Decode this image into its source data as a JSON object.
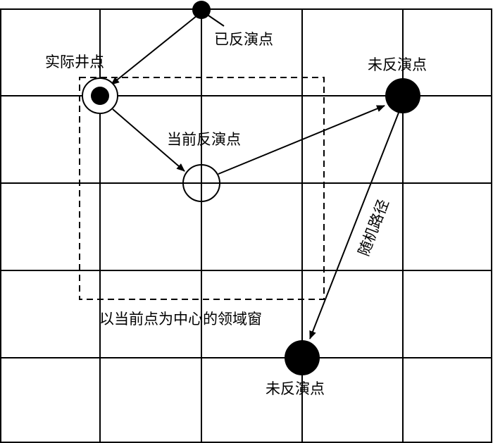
{
  "labels": {
    "inverted_point": "已反演点",
    "actual_well": "实际井点",
    "current_point": "当前反演点",
    "not_inverted_top": "未反演点",
    "not_inverted_bottom": "未反演点",
    "random_path": "随机路径",
    "neighborhood_window": "以当前点为中心的领域窗"
  },
  "colors": {
    "line": "#000000",
    "background": "#ffffff"
  }
}
